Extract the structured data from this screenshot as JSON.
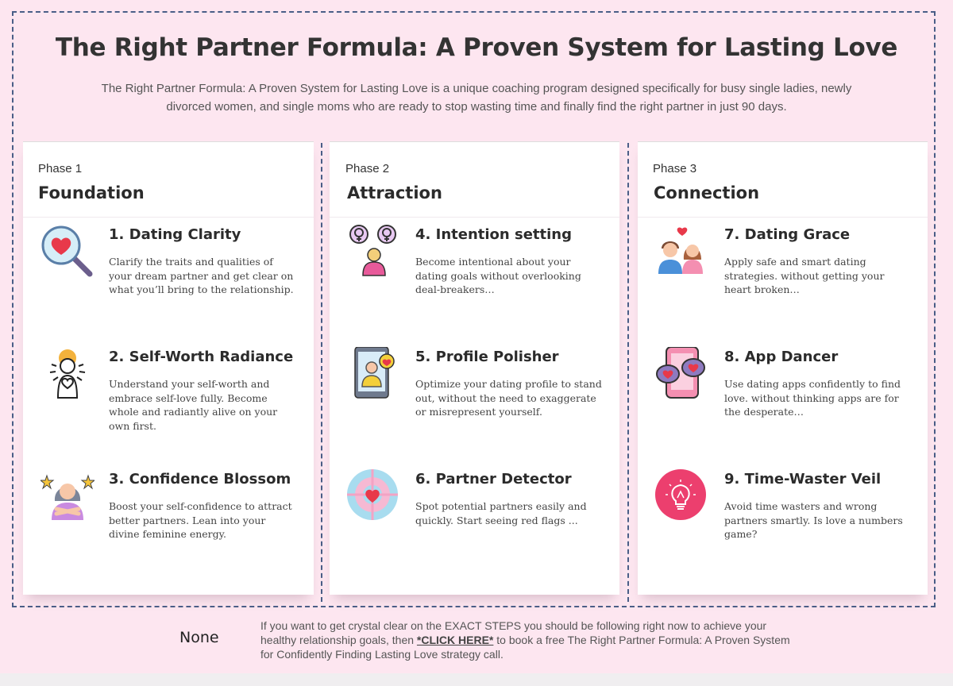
{
  "header": {
    "title": "The Right Partner Formula: A Proven System for Lasting Love",
    "intro": "The Right Partner Formula: A Proven System for Lasting Love is a unique coaching program designed specifically for busy single ladies, newly divorced women, and single moms who are ready to stop wasting time and finally find the right partner in just 90 days."
  },
  "phases": [
    {
      "label": "Phase 1",
      "name": "Foundation",
      "steps": [
        {
          "title": "1. Dating Clarity",
          "desc": "Clarify the traits and qualities of your dream partner and get clear on what you’ll bring to the relationship.",
          "icon": "magnifier-heart-icon"
        },
        {
          "title": "2. Self-Worth Radiance",
          "desc": "Understand your self-worth and embrace self-love fully. Become whole and radiantly alive on your own first.",
          "icon": "self-love-icon"
        },
        {
          "title": "3. Confidence Blossom",
          "desc": "Boost your self-confidence to attract better partners. Lean into your divine feminine energy.",
          "icon": "confident-woman-icon"
        }
      ]
    },
    {
      "label": "Phase 2",
      "name": "Attraction",
      "steps": [
        {
          "title": "4. Intention setting",
          "desc": "Become intentional about your dating goals without overlooking deal-breakers…",
          "icon": "female-symbols-woman-icon"
        },
        {
          "title": "5. Profile Polisher",
          "desc": "Optimize your dating profile to stand out, without the need to exaggerate or misrepresent yourself.",
          "icon": "tablet-profile-icon"
        },
        {
          "title": "6. Partner Detector",
          "desc": "Spot potential partners easily and quickly. Start seeing red flags ...",
          "icon": "target-heart-icon"
        }
      ]
    },
    {
      "label": "Phase 3",
      "name": "Connection",
      "steps": [
        {
          "title": "7. Dating Grace",
          "desc": "Apply safe and smart dating strategies. without getting your heart broken…",
          "icon": "couple-icon"
        },
        {
          "title": "8. App Dancer",
          "desc": "Use dating apps confidently to find love. without thinking apps are for the desperate…",
          "icon": "phone-hearts-icon"
        },
        {
          "title": "9. Time-Waster Veil",
          "desc": "Avoid time wasters and wrong partners smartly.  Is love  a numbers game?",
          "icon": "lightbulb-icon"
        }
      ]
    }
  ],
  "footer": {
    "none_label": "None",
    "text_before": "If you want to get crystal clear on the EXACT STEPS you should be following right now to achieve your healthy relationship goals, then ",
    "link_label": "*CLICK HERE*",
    "text_after": " to book a free The Right Partner Formula: A Proven System for Confidently Finding Lasting Love strategy call."
  },
  "colors": {
    "background": "#fde6f0",
    "frame_border": "#4a5e87",
    "heart_red": "#e8394a",
    "pink_accent": "#f06292"
  }
}
